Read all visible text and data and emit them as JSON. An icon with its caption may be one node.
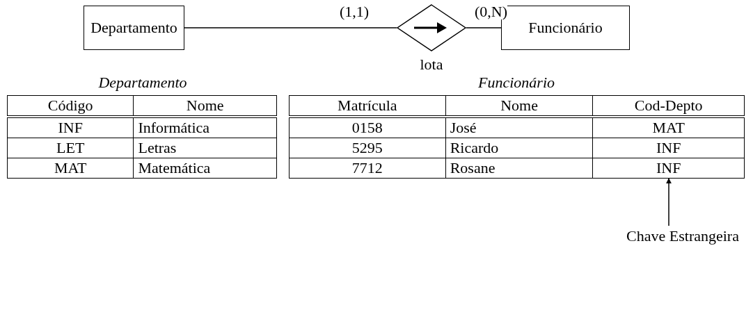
{
  "diagram": {
    "nodes": [
      {
        "text": [
          "Departamento"
        ]
      },
      {
        "text": [
          "lota"
        ]
      },
      {
        "text": [
          "Funcionário"
        ]
      },
      {
        "text": [
          "Chave Estrangeira"
        ]
      },
      {
        "text": [
          "INF"
        ]
      }
    ],
    "edges": [
      {
        "from": 0,
        "to": 1,
        "arrow": "none",
        "label": "(1,1)"
      },
      {
        "from": 1,
        "to": 2,
        "arrow": "none",
        "label": "(0,N)"
      },
      {
        "from": 3,
        "to": 4,
        "arrow": "to"
      }
    ],
    "labels": [
      "Departamento",
      "Código",
      "Nome",
      "INF",
      "Informática",
      "LET",
      "Letras",
      "MAT",
      "Matemática",
      "Funcionário",
      "Matrícula",
      "Nome",
      "Cod-Depto",
      "0158",
      "José",
      "MAT",
      "5295",
      "Ricardo",
      "INF",
      "7712",
      "Rosane"
    ]
  }
}
